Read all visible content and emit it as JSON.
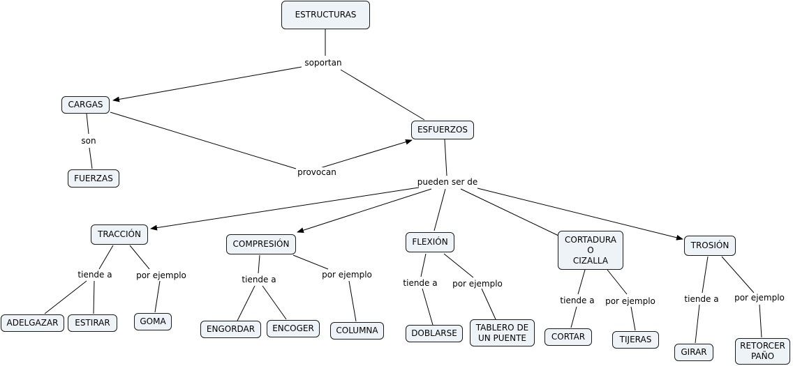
{
  "nodes": {
    "estructuras": "ESTRUCTURAS",
    "cargas": "CARGAS",
    "esfuerzos": "ESFUERZOS",
    "fuerzas": "FUERZAS",
    "traccion": "TRACCIÓN",
    "compresion": "COMPRESIÓN",
    "flexion": "FLEXIÓN",
    "cortadura": "CORTADURA\nO\nCIZALLA",
    "trosion": "TROSIÓN",
    "adelgazar": "ADELGAZAR",
    "estirar": "ESTIRAR",
    "goma": "GOMA",
    "engordar": "ENGORDAR",
    "encoger": "ENCOGER",
    "columna": "COLUMNA",
    "doblarse": "DOBLARSE",
    "tablero": "TABLERO DE\nUN PUENTE",
    "cortar": "CORTAR",
    "tijeras": "TIJERAS",
    "girar": "GIRAR",
    "retorcer": "RETORCER\nPAÑO"
  },
  "links": {
    "soportan": "soportan",
    "son": "son",
    "provocan": "provocan",
    "pueden_ser_de": "pueden ser de",
    "traccion_tiende": "tiende a",
    "traccion_ejemplo": "por ejemplo",
    "compresion_tiende": "tiende a",
    "compresion_ejemplo": "por ejemplo",
    "flexion_tiende": "tiende a",
    "flexion_ejemplo": "por ejemplo",
    "cortadura_tiende": "tiende a",
    "cortadura_ejemplo": "por ejemplo",
    "trosion_tiende": "tiende a",
    "trosion_ejemplo": "por ejemplo"
  }
}
